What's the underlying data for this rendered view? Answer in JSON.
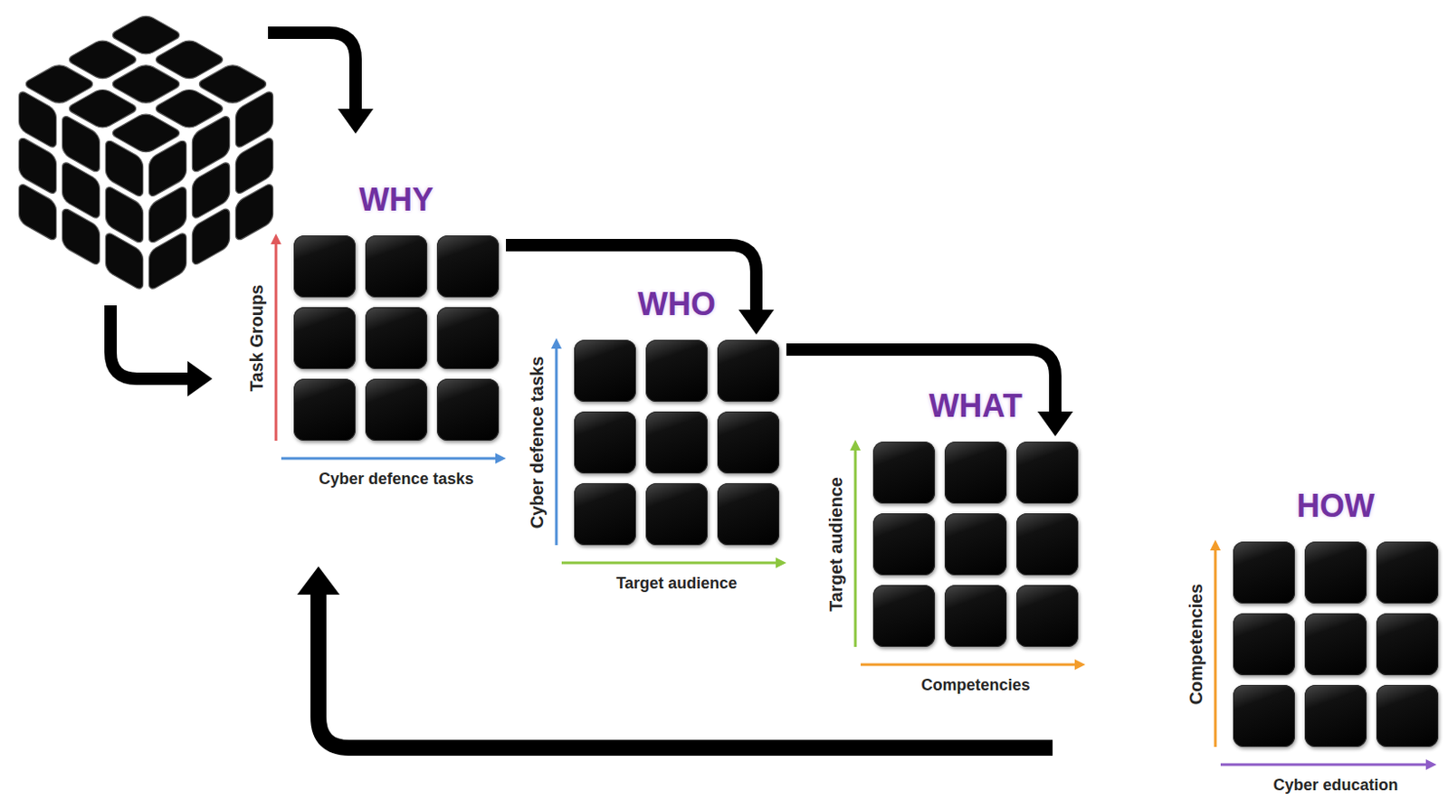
{
  "diagram": {
    "nodes": [
      {
        "text": [
          "WHY",
          "Task Groups",
          "Cyber defence tasks"
        ]
      },
      {
        "text": [
          "WHO",
          "Cyber defence tasks",
          "Target audience"
        ]
      },
      {
        "text": [
          "WHAT",
          "Target audience",
          "Competencies"
        ]
      },
      {
        "text": [
          "HOW",
          "Competencies",
          "Cyber education"
        ]
      }
    ],
    "edges": [
      {
        "from": 0,
        "to": 1,
        "arrow": "to"
      },
      {
        "from": 1,
        "to": 2,
        "arrow": "to"
      }
    ]
  }
}
